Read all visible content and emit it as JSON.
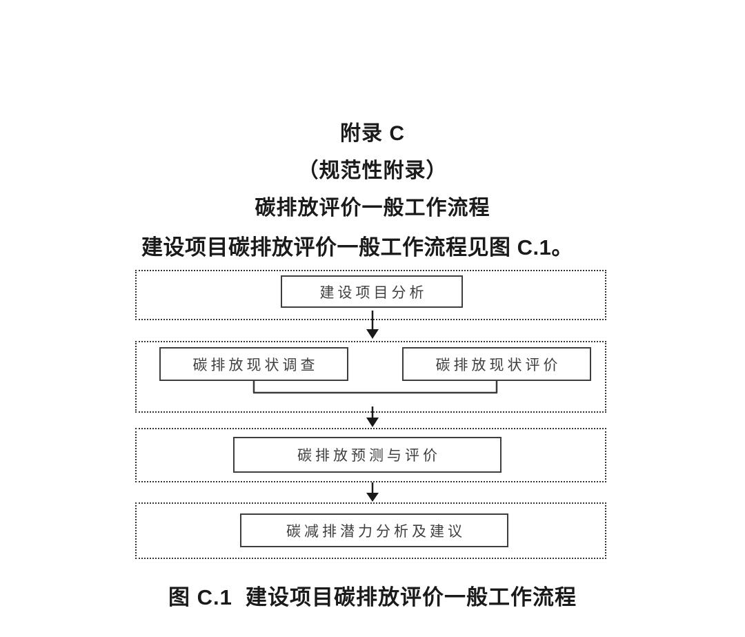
{
  "page": {
    "appendix_label": "附录 C",
    "appendix_kind": "（规范性附录）",
    "appendix_title": "碳排放评价一般工作流程",
    "intro": "建设项目碳排放评价一般工作流程见图 C.1。",
    "figure_caption": "图 C.1  建设项目碳排放评价一般工作流程"
  },
  "flowchart": {
    "stages": [
      {
        "boxes": [
          "建设项目分析"
        ]
      },
      {
        "boxes": [
          "碳排放现状调查",
          "碳排放现状评价"
        ]
      },
      {
        "boxes": [
          "碳排放预测与评价"
        ]
      },
      {
        "boxes": [
          "碳减排潜力分析及建议"
        ]
      }
    ]
  },
  "colors": {
    "background": "#ffffff",
    "heading_text": "#1a1a1a",
    "box_text": "#3f3f3f",
    "box_border": "#3d3d3d",
    "container_border": "#333333",
    "arrow": "#1a1a1a",
    "merge_line": "#3a3a3a"
  }
}
